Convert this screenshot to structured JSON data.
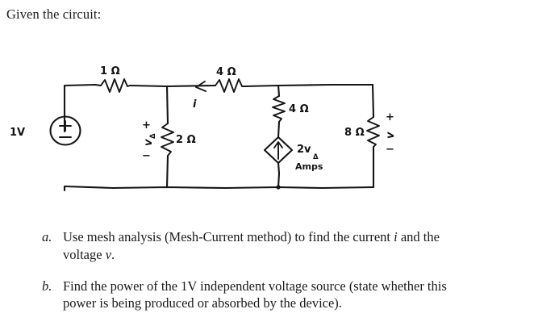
{
  "prompt": "Given the circuit:",
  "circuit": {
    "title": "hand-drawn-circuit-diagram",
    "source_label": "1V",
    "source_plus": "+",
    "source_minus": "−",
    "r1_label": "1 Ω",
    "r2_label": "2 Ω",
    "r4_series_label": "4 Ω",
    "r4_shunt_label": "4 Ω",
    "r8_label": "8 Ω",
    "current_label": "i",
    "vdelta_plus": "+",
    "vdelta_minus": "−",
    "vdelta_label": "v",
    "vdelta_sub": "Δ",
    "dep_source_coef": "2v",
    "dep_source_sub": "Δ",
    "dep_source_units": "Amps",
    "v_out_plus": "+",
    "v_out_label": "v",
    "v_out_minus": "−",
    "ink_color": "#151515"
  },
  "questions": [
    {
      "label": "a.",
      "line1_pre": "Use mesh analysis (Mesh-Current method) to find the current ",
      "line1_var": "i",
      "line1_post": " and the",
      "line2_pre": "voltage ",
      "line2_var": "v",
      "line2_post": "."
    },
    {
      "label": "b.",
      "line1_pre": "Find the power of the 1V independent voltage source (state whether this",
      "line1_var": "",
      "line1_post": "",
      "line2_pre": "power is being produced or absorbed by the device).",
      "line2_var": "",
      "line2_post": ""
    }
  ]
}
